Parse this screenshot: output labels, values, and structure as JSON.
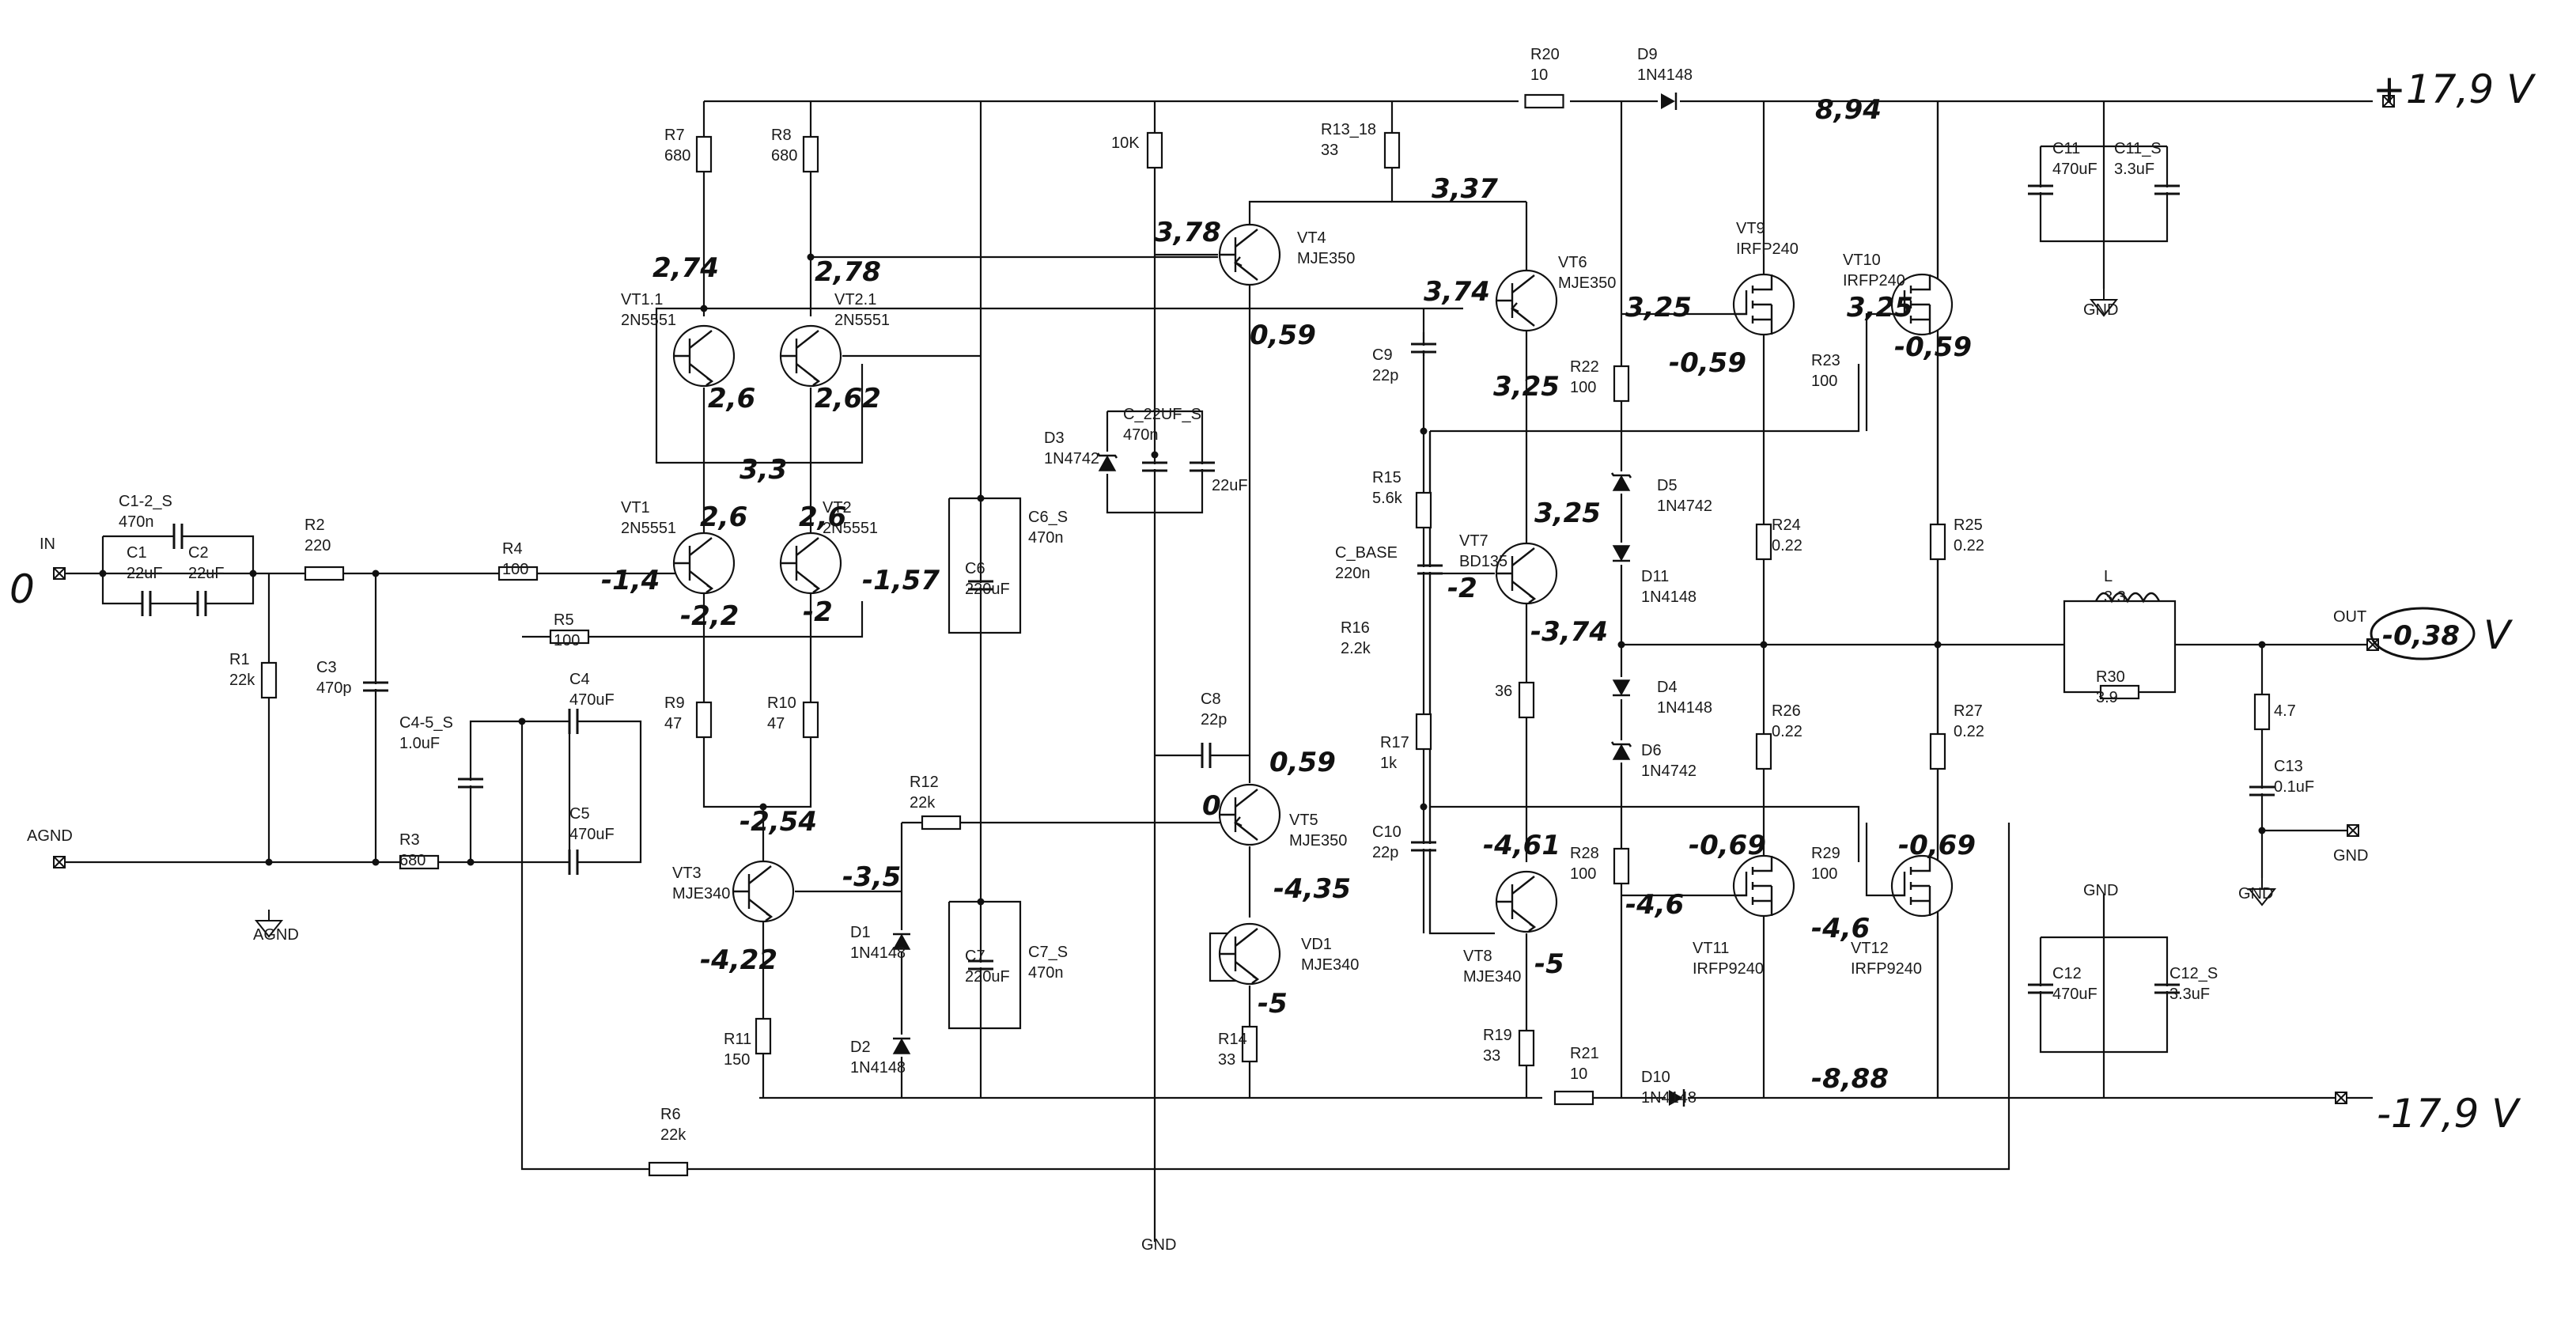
{
  "rails": {
    "positive": "+17,9  V",
    "negative": "-17,9  V",
    "output_readout": "-0,38",
    "volt_unit": "V",
    "input_value": "0"
  },
  "ports": {
    "in": "IN",
    "agnd": "AGND",
    "out": "OUT"
  },
  "grounds": {
    "agnd": "AGND",
    "gnd": "GND"
  },
  "components": [
    {
      "ref": "C1-2_S",
      "value": "470n"
    },
    {
      "ref": "C1",
      "value": "22uF"
    },
    {
      "ref": "C2",
      "value": "22uF"
    },
    {
      "ref": "R1",
      "value": "22k"
    },
    {
      "ref": "R2",
      "value": "220"
    },
    {
      "ref": "C3",
      "value": "470p"
    },
    {
      "ref": "R3",
      "value": "680"
    },
    {
      "ref": "R4",
      "value": "100"
    },
    {
      "ref": "R5",
      "value": "100"
    },
    {
      "ref": "C4",
      "value": "470uF"
    },
    {
      "ref": "C4-5_S",
      "value": "1.0uF"
    },
    {
      "ref": "C5",
      "value": "470uF"
    },
    {
      "ref": "R6",
      "value": "22k"
    },
    {
      "ref": "R7",
      "value": "680"
    },
    {
      "ref": "R8",
      "value": "680"
    },
    {
      "ref": "VT1.1",
      "value": "2N5551"
    },
    {
      "ref": "VT2.1",
      "value": "2N5551"
    },
    {
      "ref": "VT1",
      "value": "2N5551"
    },
    {
      "ref": "VT2",
      "value": "2N5551"
    },
    {
      "ref": "R9",
      "value": "47"
    },
    {
      "ref": "R10",
      "value": "47"
    },
    {
      "ref": "VT3",
      "value": "MJE340"
    },
    {
      "ref": "R11",
      "value": "150"
    },
    {
      "ref": "D1",
      "value": "1N4148"
    },
    {
      "ref": "D2",
      "value": "1N4148"
    },
    {
      "ref": "R12",
      "value": "22k"
    },
    {
      "ref": "C6",
      "value": "220uF"
    },
    {
      "ref": "C6_S",
      "value": "470n"
    },
    {
      "ref": "C7",
      "value": "220uF"
    },
    {
      "ref": "C7_S",
      "value": "470n"
    },
    {
      "ref": "10K",
      "value": ""
    },
    {
      "ref": "D3",
      "value": "1N4742"
    },
    {
      "ref": "C_22UF_S",
      "value": "470n"
    },
    {
      "ref": "22uF",
      "value": ""
    },
    {
      "ref": "VT4",
      "value": "MJE350"
    },
    {
      "ref": "C8",
      "value": "22p"
    },
    {
      "ref": "VT5",
      "value": "MJE350"
    },
    {
      "ref": "VD1",
      "value": "MJE340"
    },
    {
      "ref": "R14",
      "value": "33"
    },
    {
      "ref": "R13_18",
      "value": "33"
    },
    {
      "ref": "C9",
      "value": "22p"
    },
    {
      "ref": "R15",
      "value": "5.6k"
    },
    {
      "ref": "C_BASE",
      "value": "220n"
    },
    {
      "ref": "R16",
      "value": "2.2k"
    },
    {
      "ref": "R17",
      "value": "1k"
    },
    {
      "ref": "C10",
      "value": "22p"
    },
    {
      "ref": "VT6",
      "value": "MJE350"
    },
    {
      "ref": "VT7",
      "value": "BD135"
    },
    {
      "ref": "36",
      "value": ""
    },
    {
      "ref": "VT8",
      "value": "MJE340"
    },
    {
      "ref": "R19",
      "value": "33"
    },
    {
      "ref": "R20",
      "value": "10"
    },
    {
      "ref": "D9",
      "value": "1N4148"
    },
    {
      "ref": "R21",
      "value": "10"
    },
    {
      "ref": "D10",
      "value": "1N4148"
    },
    {
      "ref": "R22",
      "value": "100"
    },
    {
      "ref": "D5",
      "value": "1N4742"
    },
    {
      "ref": "D11",
      "value": "1N4148"
    },
    {
      "ref": "D4",
      "value": "1N4148"
    },
    {
      "ref": "D6",
      "value": "1N4742"
    },
    {
      "ref": "R28",
      "value": "100"
    },
    {
      "ref": "VT9",
      "value": "IRFP240"
    },
    {
      "ref": "VT10",
      "value": "IRFP240"
    },
    {
      "ref": "VT11",
      "value": "IRFP9240"
    },
    {
      "ref": "VT12",
      "value": "IRFP9240"
    },
    {
      "ref": "R23",
      "value": "100"
    },
    {
      "ref": "R29",
      "value": "100"
    },
    {
      "ref": "R24",
      "value": "0.22"
    },
    {
      "ref": "R25",
      "value": "0.22"
    },
    {
      "ref": "R26",
      "value": "0.22"
    },
    {
      "ref": "R27",
      "value": "0.22"
    },
    {
      "ref": "C11",
      "value": "470uF"
    },
    {
      "ref": "C11_S",
      "value": "3.3uF"
    },
    {
      "ref": "C12",
      "value": "470uF"
    },
    {
      "ref": "C12_S",
      "value": "3.3uF"
    },
    {
      "ref": "L",
      "value": "3.3"
    },
    {
      "ref": "R30",
      "value": "3.9"
    },
    {
      "ref": "4.7",
      "value": ""
    },
    {
      "ref": "C13",
      "value": "0.1uF"
    }
  ],
  "voltages": [
    "8,94",
    "3,37",
    "3,78",
    "3,74",
    "2,74",
    "2,78",
    "2,6",
    "2,62",
    "3,3",
    "2,6",
    "2,6",
    "-1,4",
    "-1,57",
    "-2,2",
    "-2",
    "-2,54",
    "-3,5",
    "-4,22",
    "0,59",
    "3,25",
    "-0,59",
    "3,25",
    "-0,59",
    "3,25",
    "3,25",
    "-2",
    "-3,74",
    "0,59",
    "0",
    "-4,35",
    "-5",
    "-4,61",
    "-5",
    "-0,69",
    "-4,6",
    "-0,69",
    "-4,6",
    "-8,88"
  ]
}
